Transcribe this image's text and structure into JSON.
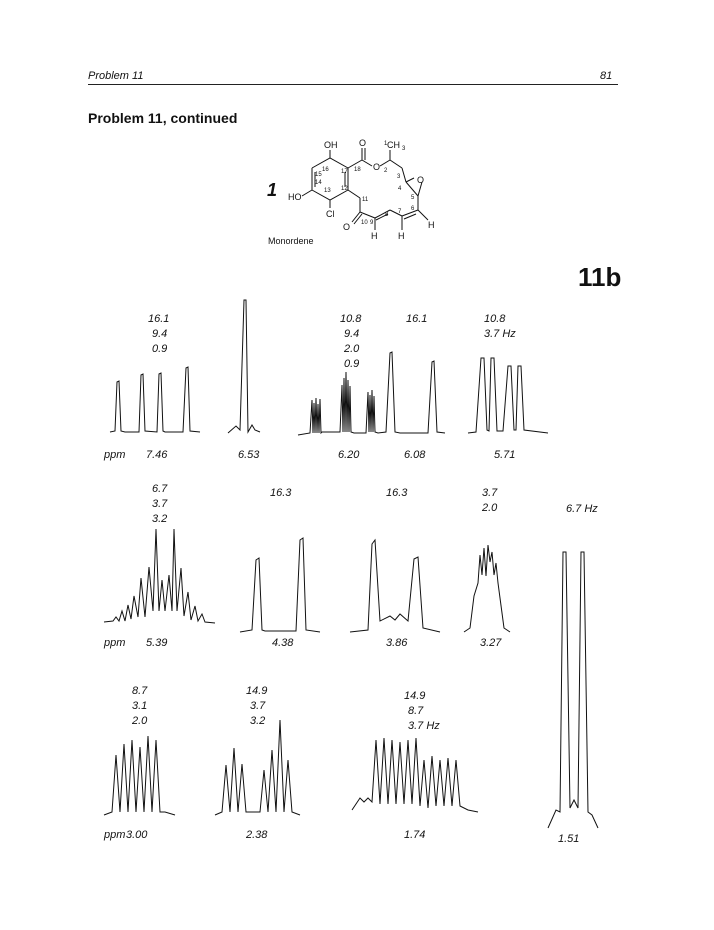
{
  "header": {
    "left": "Problem 11",
    "right": "81"
  },
  "section_title": "Problem 11, continued",
  "figure_label": "11b",
  "compound": {
    "number": "1",
    "name": "Monordene",
    "atoms": {
      "oh_top": "OH",
      "o_carbonyl": "O",
      "o_ester": "O",
      "ch3": "CH",
      "ch3_sub": "3",
      "ch3_sup": "1",
      "ho": "HO",
      "cl": "Cl",
      "o_ketone": "O",
      "o_epox": "O",
      "h9": "H",
      "h8": "H",
      "h6": "H"
    },
    "numbers": [
      "2",
      "3",
      "4",
      "5",
      "6",
      "7",
      "8",
      "9",
      "10",
      "11",
      "12",
      "13",
      "14",
      "15",
      "16",
      "17",
      "18"
    ]
  },
  "spectra": {
    "ppm_label": "ppm",
    "hz_label": "Hz",
    "row1": [
      {
        "id": "s746",
        "ppm": "7.46",
        "couplings": [
          "16.1",
          "9.4",
          "0.9"
        ]
      },
      {
        "id": "s653",
        "ppm": "6.53",
        "couplings": []
      },
      {
        "id": "s620",
        "ppm": "6.20",
        "couplings": [
          "10.8",
          "9.4",
          "2.0",
          "0.9"
        ]
      },
      {
        "id": "s608",
        "ppm": "6.08",
        "couplings": [
          "16.1"
        ]
      },
      {
        "id": "s571",
        "ppm": "5.71",
        "couplings": [
          "10.8",
          "3.7  Hz"
        ]
      }
    ],
    "row2": [
      {
        "id": "s539",
        "ppm": "5.39",
        "couplings": [
          "6.7",
          "3.7",
          "3.2"
        ]
      },
      {
        "id": "s438",
        "ppm": "4.38",
        "couplings": [
          "16.3"
        ]
      },
      {
        "id": "s386",
        "ppm": "3.86",
        "couplings": [
          "16.3"
        ]
      },
      {
        "id": "s327",
        "ppm": "3.27",
        "couplings": [
          "3.7",
          "2.0"
        ]
      },
      {
        "id": "s151",
        "ppm": "1.51",
        "couplings": [
          "6.7  Hz"
        ]
      }
    ],
    "row3": [
      {
        "id": "s300",
        "ppm": "3.00",
        "couplings": [
          "8.7",
          "3.1",
          "2.0"
        ]
      },
      {
        "id": "s238",
        "ppm": "2.38",
        "couplings": [
          "14.9",
          "3.7",
          "3.2"
        ]
      },
      {
        "id": "s174",
        "ppm": "1.74",
        "couplings": [
          "14.9",
          "8.7",
          "3.7  Hz"
        ]
      }
    ]
  }
}
